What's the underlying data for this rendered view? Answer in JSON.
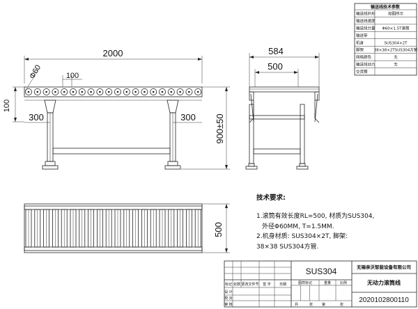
{
  "spec_table": {
    "title": "输送线技术参数",
    "rows": [
      {
        "label": "输送线外形",
        "value": "如图所示"
      },
      {
        "label": "输送线速度",
        "value": ""
      },
      {
        "label": "输送线分量",
        "value": "Φ60×1.5T滚筒"
      },
      {
        "label": "输送带",
        "value": ""
      },
      {
        "label": "机身",
        "value": "SUS304×2T"
      },
      {
        "label": "脚架",
        "value": "38×38×2TSUS304方管"
      },
      {
        "label": "网络颜色",
        "value": "无"
      },
      {
        "label": "输送线动力",
        "value": "无"
      },
      {
        "label": "交货期",
        "value": ""
      }
    ]
  },
  "dimensions": {
    "length": "2000",
    "roller_dia": "Φ60",
    "pitch": "100",
    "height_frame": "100",
    "leg_offset_left": "300",
    "leg_offset_right": "300",
    "height_total": "900±50",
    "width_outer": "584",
    "width_roller": "500",
    "width_top": "500"
  },
  "notes": {
    "title": "技术要求:",
    "lines": [
      "1.滚筒有效长度RL=500, 材质为SUS304,",
      "外径Φ60MM, T=1.5MM.",
      "2.机身材质: SUS304×2T, 脚架:",
      "38×38 SUS304方管."
    ]
  },
  "title_block": {
    "material": "SUS304",
    "company": "无锡亲沃智能设备有限公司",
    "drawing_name": "无动力滚筒线",
    "drawing_code": "2020102800110",
    "row_labels": [
      "标记",
      "处数",
      "更改文件号",
      "签 字",
      "日期"
    ],
    "stage_labels": [
      "图样标记",
      "重量",
      "比例"
    ],
    "sign_labels": [
      "设 计",
      "校 对",
      "审 核",
      "共",
      "张",
      "第",
      "张"
    ]
  }
}
